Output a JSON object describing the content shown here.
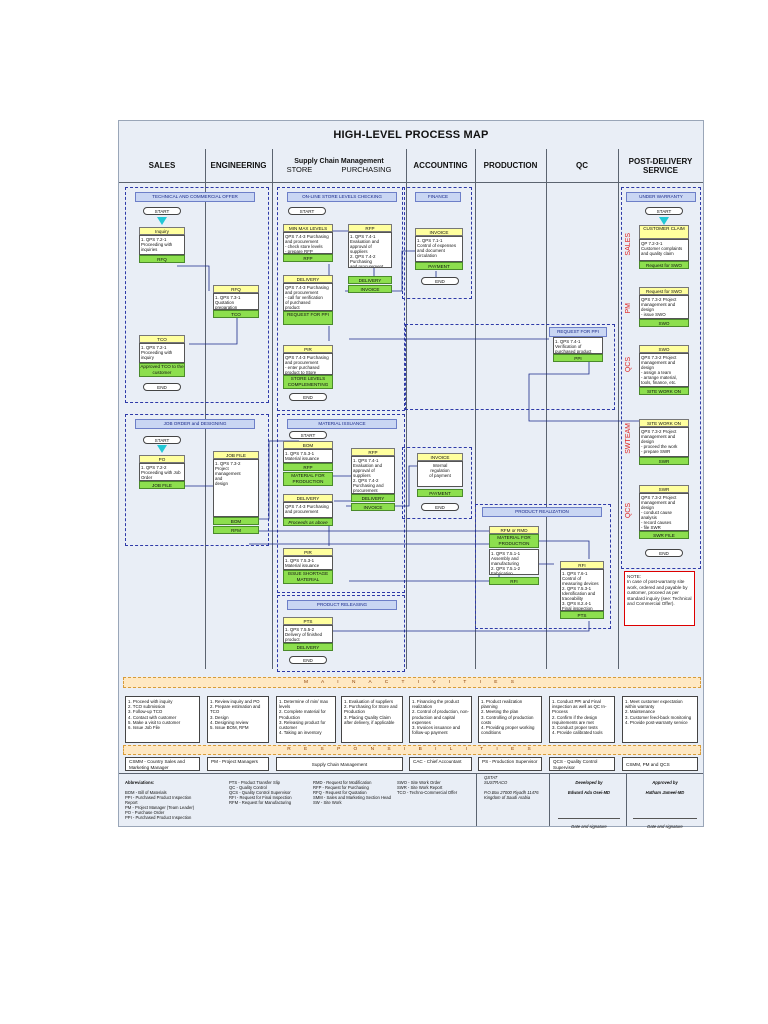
{
  "title": "HIGH-LEVEL PROCESS MAP",
  "columns": {
    "sales": "SALES",
    "engineering": "ENGINEERING",
    "scm": "Supply Chain Management",
    "store": "STORE",
    "purchasing": "PURCHASING",
    "accounting": "ACCOUNTING",
    "production": "PRODUCTION",
    "qc": "QC",
    "postdelivery": "POST-DELIVERY SERVICE"
  },
  "sections": {
    "tech_offer": "TECHNICAL AND COMMERCIAL OFFER",
    "online_store": "ON-LINE STORE LEVELS CHECKING",
    "finance": "FINANCE",
    "under_warranty": "UNDER WARRANTY",
    "request_for_ppi": "REQUEST FOR PPI",
    "job_order": "JOB ORDER and DESIGNING",
    "material_issuance": "MATERIAL ISSUANCE",
    "product_realization": "PRODUCT REALIZATION",
    "product_releasing": "PRODUCT RELEASING"
  },
  "nodes": {
    "start": "START",
    "end": "END",
    "inquiry": "Inquiry",
    "rfq": "RFQ",
    "tco": "TCO",
    "approved_tco": "Approved TCO to the customer",
    "min_max": "MIN MAX LEVELS",
    "rfp": "RFP",
    "delivery": "DELIVERY",
    "invoice": "INVOICE",
    "payment": "PAYMENT",
    "request_for_ppi": "REQUEST FOR PPI",
    "pir": "PIR",
    "store_levels": "STORE LEVELS COMPLEMENTING",
    "ppi": "PPI",
    "customer_claim": "CUSTOMER CLAIM",
    "request_swo": "Request for SWO",
    "swo": "SWO",
    "site_work_on": "SITE WORK ON",
    "swr": "SWR",
    "swr_file": "SWR FILE",
    "po": "PO",
    "job_file": "JOB FILE",
    "bom": "BOM",
    "rfm": "RFM",
    "material_production": "MATERIAL FOR PRODUCTION",
    "proceed_above": "Proceeds as above",
    "issue_shortage": "ISSUE SHORTAGE MATERIAL",
    "rfm_rmd": "RFM or RMD",
    "rfi": "RFI",
    "pts": "PTS"
  },
  "texts": {
    "t_inquiry": "1. QPS 7.2-1\n   Proceeding with\n   inquiries",
    "t_rfq": "1. QPS 7.3-1\n   Quotation\n   preparation",
    "t_tco": "1. QPS 7.2-1\n   Proceeding with\n   inquiry",
    "t_minmax": "QPS 7.4-3 Purchasing\nand procurement\n- check store levels\n- prepare RFP",
    "t_rfp": "1. QPS 7.4-1\n   Evaluation and\n   approval of\n   suppliers\n2. QPS 7.4-2\n   Purchasing\n   and procurement",
    "t_delivery": "QPS 7.4-3 Purchasing\nand procurement\n- call for verification\n  of purchased\n  product",
    "t_invoice": "1. QPS 7.1-1\n   Control of expenses\n   and document\n   circulation",
    "t_ppi": "1. QPS 7.4-1\n   Verification of\n   purchased product",
    "t_pir": "QPS 7.4-3 Purchasing\nand procurement\n- enter purchased\n  product to Store",
    "t_claim": "QP 7.2-3-1\nCustomer complaints\nand quality claim",
    "t_reqswo": "QPS 7.3-2 Project\nmanagement and\ndesign\n- issue SWO",
    "t_swo": "QPS 7.3-2 Project\nmanagement and\ndesign\n- assign a team\n- arrange material,\n  tools, finance, etc.",
    "t_siteworkon": "QPS 7.3-2 Project\nmanagement and\ndesign\n- proceed the work\n- prepare SWR",
    "t_swr": "QPS 7.3-2 Project\nmanagement and\ndesign\n- conduct cause\n  analysis\n- record causes\n- file SWR",
    "t_po": "1. QPS 7.2-2\n   Proceeding with Job\n   Order",
    "t_jobfile": "1. QPS 7.3-2\n   Project\n   management\n   and\n   design",
    "t_bom": "1. QPS 7.5.3-1\n   Material issuance",
    "t_rfp2": "1. QPS 7.4-1\n   Evaluation and\n   approval of\n   suppliers\n2. QPS 7.4-2\n   Purchasing and\n   procurement",
    "t_delivery2": "QPS 7.4-3 Purchasing\nand procurement",
    "t_invoice2": "Internal\nregulation\nof payment",
    "t_pir2": "1. QPS 7.5.3-1\n   Material issuance",
    "t_rfm": "1. QPS 7.5.1-1\n   Assembly and\n   manufacturing\n2. QPS 7.5.1-2\n   Fabrication",
    "t_rfi": "1. QPS 7.6-1\n   Control of\n   measuring devices\n2. QPS 7.5.3-1\n   Identification and\n   traceability\n3. QPS 8.2.4-1\n   Final inspection",
    "t_pts": "1. QPS 7.5.5-2\n   Delivery of finished\n   product"
  },
  "side_labels": [
    "SALES",
    "PM",
    "QCS",
    "SWTEAM",
    "QCS"
  ],
  "note": "NOTE:\nIn case of post-warranty site work, ordered and payable by customer, proceed as per standard inquiry (see: Technical and Commercial Offer).",
  "main_activities_title": "M A I N   A C T I V I T I E S",
  "main_activities": [
    "1. Proceed with inquiry\n2. TCO submission\n3. Follow-up TCO\n4. Contact with customer\n5. Make a visit to customer\n6. Issue Job File",
    "1. Review inquiry and PO\n2. Prepare estimation and TCO\n3. Design\n4. Designing review\n5. Issue BOM, RFM",
    "1. Determine of min/ max levels\n2. Complete material for Production\n3. Releasing product for customer\n4. Taking an inventory",
    "1. Evaluation of suppliers\n2. Purchasing for Store and Production\n3. Placing Quality Claim after delivery, if applicable",
    "1. Financing the product realization\n2. Control of production, non-production and capital expenses\n3. Invoices issuance and follow-up payment",
    "1. Product realization planning\n2. Meeting the plan\n3. Controlling of production costs\n4. Providing proper working conditions",
    "1. Conduct PPI and Final inspection as well as QC In-Process\n2. Confirm if the design requirements are met\n3. Conduct proper tests\n4. Provide calibrated tools",
    "1. Meet customer expectation within warranty\n2. Maintenance\n3. Customer feed-back monitoring\n4. Provide post-warranty service"
  ],
  "responsibilities_title": "R E S P O N S I B I L I T I E S",
  "responsibilities": [
    "CSMM - Country Sales and Marketing Manager",
    "PM - Project Managers",
    "Supply Chain Management",
    "CAC - Chief Accountant",
    "PS - Production Supervisor",
    "QCS - Quality Control Supervisor",
    "CSMM, PM and QCS"
  ],
  "abbreviations_title": "Abbreviations:",
  "abbreviations": [
    "BOM - Bill of Materials\nPPI - Purchased Product Inspection Report\nPM - Project Manager (Team Leader)\nPO - Purchase Order\nPPI - Purchased Product Inspection",
    "PTS - Product Transfer Slip\nQC - Quality Control\nQCS - Quality Control Supervisor\nRFI - Request for Final Inspection\nRFM - Request for Manufacturing",
    "RMD - Request for Modification\nRFP - Request for Purchasing\nRFQ - Request for Quotation\nSMM - Sales and Marketing Section Head\nSW - Site Work",
    "SWO - Site Work Order\nSWR - Site Work Report\nTCO - Techno-Commercial Offer"
  ],
  "company_block": "QSTAT\nSUSTRACO\n\nP.O.Box 27000  Riyadh 11476\nKingdom of Saudi Arabia",
  "developed_by_label": "Developed by",
  "developed_by": "Edward Ada Osei-MD",
  "approved_by_label": "Approved by",
  "approved_by": "Hatham Jameel-MD",
  "date_signature": "Date and signature",
  "date_signature2": "Date and signature"
}
